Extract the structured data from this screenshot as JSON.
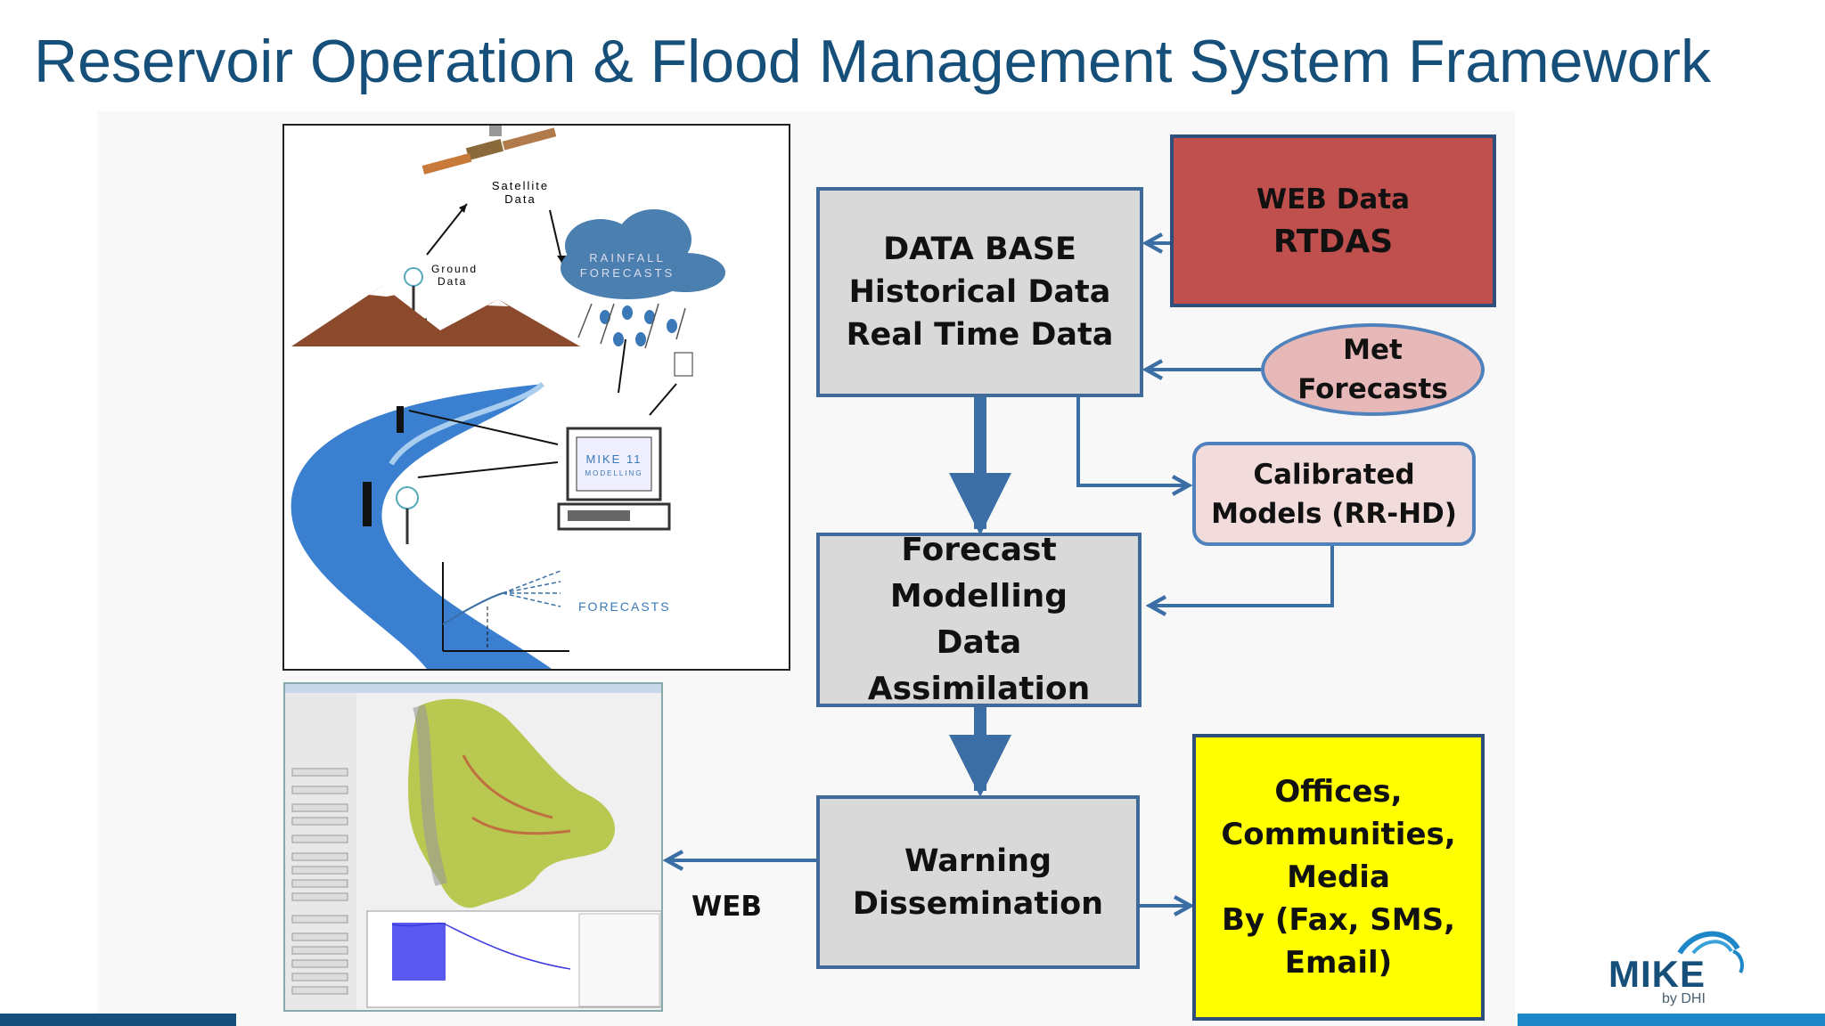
{
  "title": "Reservoir Operation & Flood Management System Framework",
  "database_box": {
    "line1": "DATA BASE",
    "line2": "Historical Data",
    "line3": "Real Time Data"
  },
  "web_data_box": {
    "line1": "WEB Data",
    "line2": "RTDAS"
  },
  "met_forecasts": {
    "line1": "Met",
    "line2": "Forecasts"
  },
  "calibrated_models": {
    "line1": "Calibrated",
    "line2": "Models (RR-HD)"
  },
  "forecast_box": {
    "line1": "Forecast",
    "line2": "Modelling",
    "line3": "Data Assimilation"
  },
  "warning_box": {
    "line1": "Warning",
    "line2": "Dissemination"
  },
  "offices_box": {
    "line1": "Offices,",
    "line2": "Communities,",
    "line3": "Media",
    "line4": "By (Fax, SMS,",
    "line5": "Email)"
  },
  "web_label": "WEB",
  "illustration": {
    "satellite": "Satellite",
    "data1": "Data",
    "ground": "Ground",
    "data2": "Data",
    "rainfall": "RAINFALL",
    "forecasts_cloud": "FORECASTS",
    "mike11": "MIKE 11",
    "modelling": "MODELLING",
    "forecasts_graph": "FORECASTS"
  },
  "logo": {
    "brand": "MIKE",
    "sub": "by DHI"
  },
  "colors": {
    "title": "#16507a",
    "box_border": "#3f6a99",
    "arrow": "#3a6ea5",
    "red_box": "#c0504d",
    "yellow_box": "#ffff00"
  }
}
